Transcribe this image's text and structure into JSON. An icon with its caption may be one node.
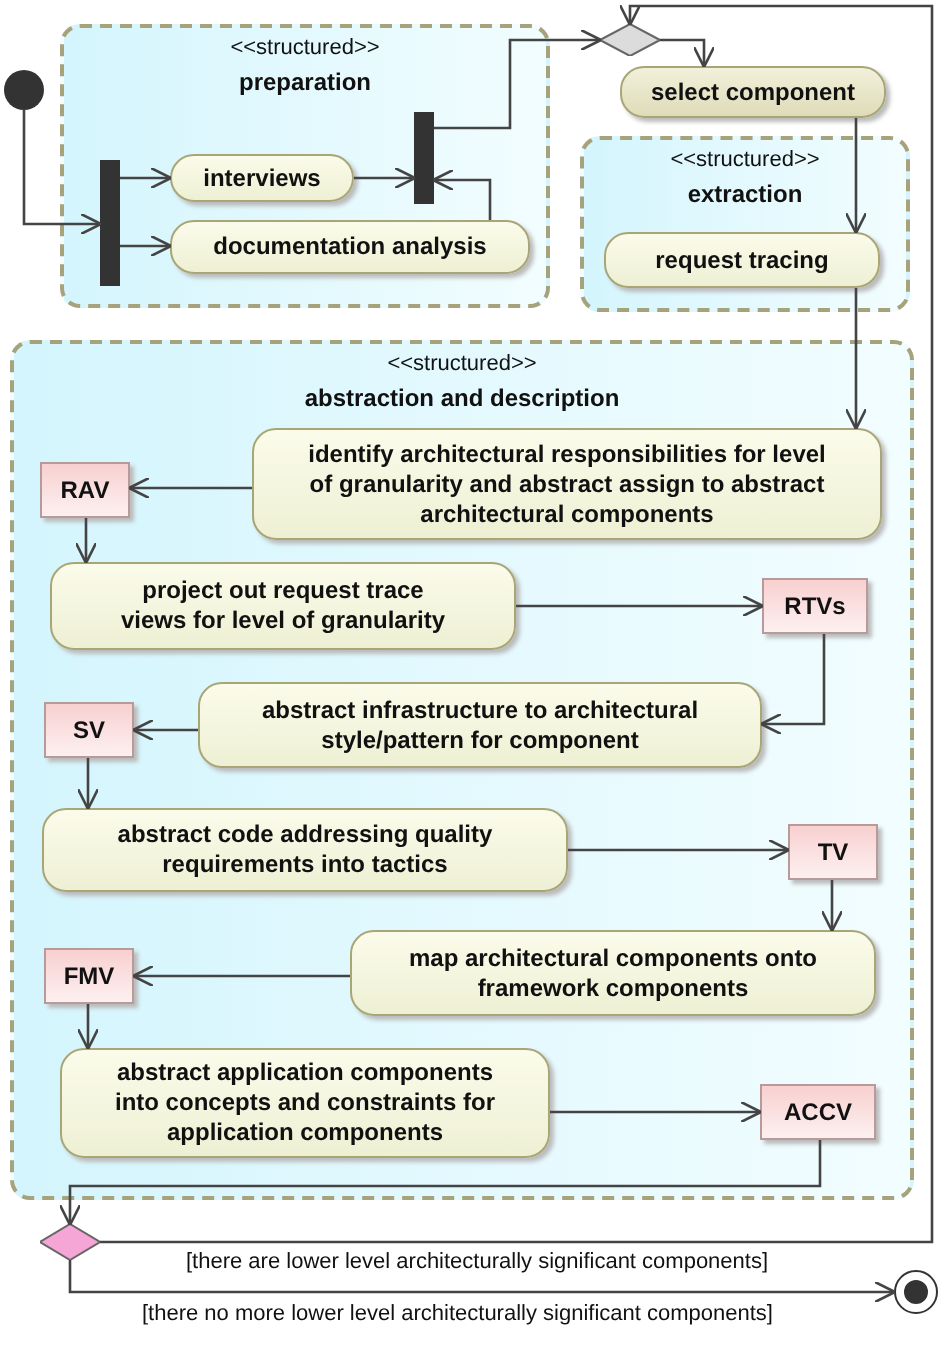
{
  "diagram": {
    "nodes": [
      {
        "text": [],
        "shape": "circle"
      },
      {
        "text": [
          "<<structured>>",
          "preparation"
        ]
      },
      {
        "text": [],
        "shape": "bar",
        "in": 1
      },
      {
        "text": [
          "interviews"
        ],
        "in": 1
      },
      {
        "text": [
          "documentation analysis"
        ],
        "in": 1
      },
      {
        "text": [],
        "shape": "bar",
        "in": 1
      },
      {
        "text": [],
        "shape": "diamond"
      },
      {
        "text": [
          "select component"
        ]
      },
      {
        "text": [
          "<<structured>>",
          "extraction"
        ]
      },
      {
        "text": [
          "request tracing"
        ],
        "in": 8
      },
      {
        "text": [
          "<<structured>>",
          "abstraction and description"
        ]
      },
      {
        "text": [
          "identify architectural responsibilities for level of granularity and abstract assign to abstract architectural components"
        ],
        "in": 10
      },
      {
        "text": [
          "RAV"
        ],
        "in": 10
      },
      {
        "text": [
          "project out request trace views for level of granularity"
        ],
        "in": 10
      },
      {
        "text": [
          "RTVs"
        ],
        "in": 10
      },
      {
        "text": [
          "abstract infrastructure to architectural style/pattern for component"
        ],
        "in": 10
      },
      {
        "text": [
          "SV"
        ],
        "in": 10
      },
      {
        "text": [
          "abstract code addressing quality requirements into tactics"
        ],
        "in": 10
      },
      {
        "text": [
          "TV"
        ],
        "in": 10
      },
      {
        "text": [
          "map architectural components onto framework components"
        ],
        "in": 10
      },
      {
        "text": [
          "FMV"
        ],
        "in": 10
      },
      {
        "text": [
          "abstract application components into concepts and constraints for application components"
        ],
        "in": 10
      },
      {
        "text": [
          "ACCV"
        ],
        "in": 10
      },
      {
        "text": [],
        "shape": "diamond"
      },
      {
        "text": [],
        "shape": "circle"
      }
    ],
    "edges": [
      {
        "from": 0,
        "to": 2,
        "arrow": "to"
      },
      {
        "from": 2,
        "to": 3,
        "arrow": "to"
      },
      {
        "from": 2,
        "to": 4,
        "arrow": "to"
      },
      {
        "from": 3,
        "to": 5,
        "arrow": "to"
      },
      {
        "from": 4,
        "to": 5,
        "arrow": "to"
      },
      {
        "from": 5,
        "to": 6,
        "arrow": "to"
      },
      {
        "from": 6,
        "to": 7,
        "arrow": "to"
      },
      {
        "from": 7,
        "to": 9,
        "arrow": "to"
      },
      {
        "from": 9,
        "to": 11,
        "arrow": "to"
      },
      {
        "from": 11,
        "to": 12,
        "arrow": "to"
      },
      {
        "from": 12,
        "to": 13,
        "arrow": "to"
      },
      {
        "from": 13,
        "to": 14,
        "arrow": "to"
      },
      {
        "from": 14,
        "to": 15,
        "arrow": "to"
      },
      {
        "from": 15,
        "to": 16,
        "arrow": "to"
      },
      {
        "from": 16,
        "to": 17,
        "arrow": "to"
      },
      {
        "from": 17,
        "to": 18,
        "arrow": "to"
      },
      {
        "from": 18,
        "to": 19,
        "arrow": "to"
      },
      {
        "from": 19,
        "to": 20,
        "arrow": "to"
      },
      {
        "from": 20,
        "to": 21,
        "arrow": "to"
      },
      {
        "from": 21,
        "to": 22,
        "arrow": "to"
      },
      {
        "from": 22,
        "to": 23,
        "arrow": "to"
      },
      {
        "from": 23,
        "to": 6,
        "arrow": "to",
        "label": "[there are lower level architecturally significant components]"
      },
      {
        "from": 23,
        "to": 24,
        "arrow": "to",
        "label": "[there no more lower level architecturally significant components]"
      }
    ]
  }
}
